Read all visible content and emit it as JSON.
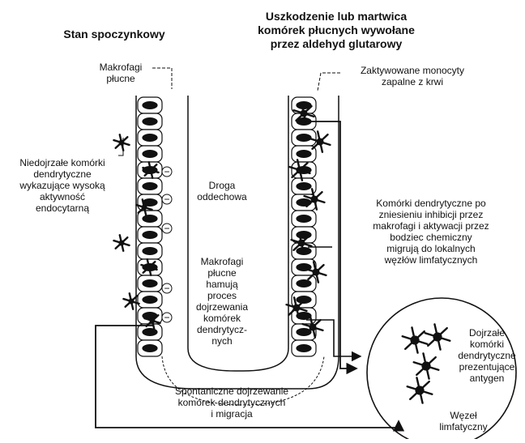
{
  "headings": {
    "left": "Stan spoczynkowy",
    "right": "Uszkodzenie lub martwica\nkomórek płucnych wywołane\nprzez aldehyd glutarowy"
  },
  "labels": {
    "alveolar_macrophages_top": "Makrofagi\npłucne",
    "activated_monocytes": "Zaktywowane monocyty\nzapalne z krwi",
    "immature_dc": "Niedojrzałe komórki\ndendrytyczne\nwykazujące wysoką\naktywność\nendocytarną",
    "airway": "Droga\noddechowa",
    "dc_migration": "Komórki dendrytyczne po\nzniesieniu inhibicji przez\nmakrofagi i aktywacji przez\nbodziec chemiczny\nmigrują do lokalnych\nwęzłów limfatycznych",
    "macrophages_inhibit": "Makrofagi\npłucne\nhamują\nproces\ndojrzewania\nkomórek\ndendrytycz-\nnych",
    "spontaneous": "Spontaniczne dojrzewanie\nkomórek dendrytycznych\ni migracja",
    "mature_dc": "Dojrzałe\nkomórki\ndendrytyczne\nprezentujące\nantygen",
    "lymph_node": "Węzeł\nlimfatyczny"
  },
  "inhibition_symbol": "−"
}
